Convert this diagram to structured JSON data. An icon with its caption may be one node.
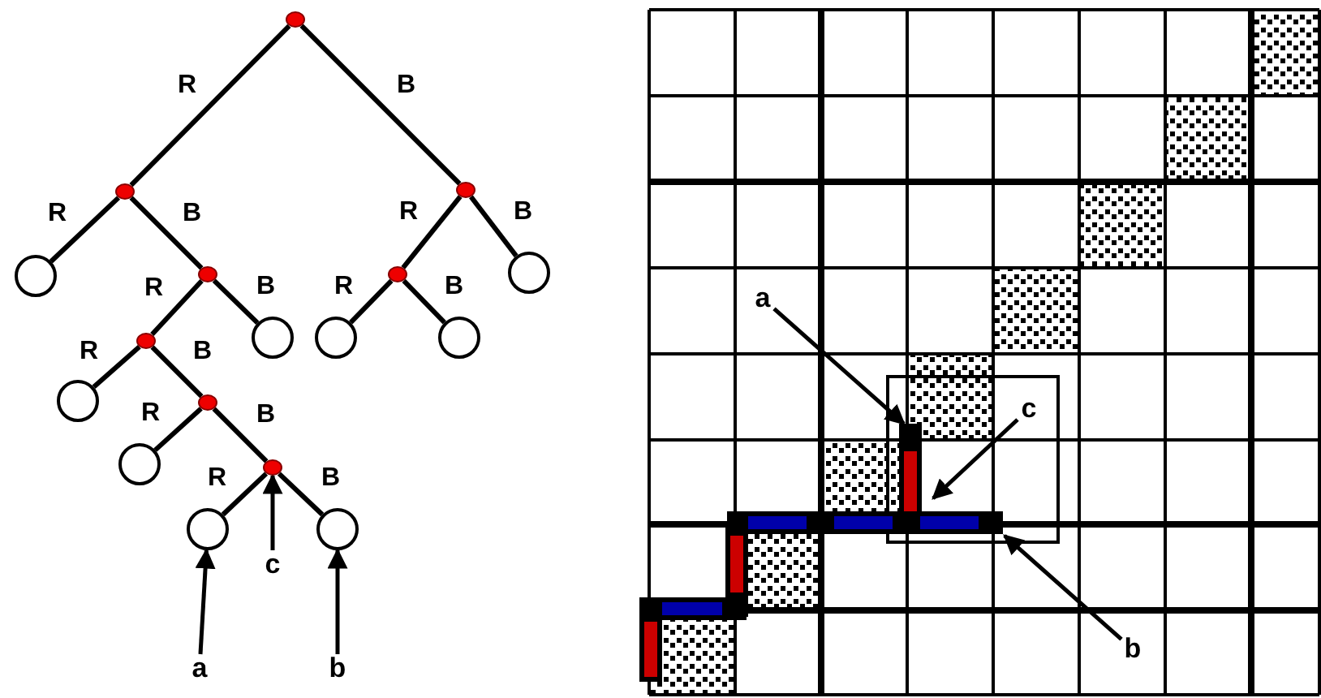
{
  "diagram": {
    "nodes": [
      {
        "text": [],
        "shape": "circle"
      },
      {
        "text": [],
        "shape": "circle"
      },
      {
        "text": [],
        "shape": "circle"
      },
      {
        "text": [],
        "shape": "circle"
      },
      {
        "text": [],
        "shape": "circle"
      },
      {
        "text": [],
        "shape": "circle"
      },
      {
        "text": [],
        "shape": "circle"
      },
      {
        "text": [],
        "shape": "circle"
      },
      {
        "text": [],
        "shape": "circle"
      },
      {
        "text": [],
        "shape": "circle"
      },
      {
        "text": [],
        "shape": "circle"
      },
      {
        "text": [],
        "shape": "circle"
      },
      {
        "text": [],
        "shape": "circle"
      },
      {
        "text": [],
        "shape": "circle"
      },
      {
        "text": [],
        "shape": "circle"
      },
      {
        "text": [],
        "shape": "circle"
      },
      {
        "text": [],
        "shape": "circle"
      },
      {
        "text": [
          "a"
        ]
      },
      {
        "text": [
          "c"
        ]
      },
      {
        "text": [
          "b"
        ]
      },
      {
        "text": [
          "a"
        ]
      },
      {
        "text": [
          "c"
        ]
      },
      {
        "text": [
          "b"
        ]
      }
    ],
    "edges": [
      {
        "from": 0,
        "to": 1,
        "arrow": "none",
        "label": "R"
      },
      {
        "from": 0,
        "to": 12,
        "arrow": "none",
        "label": "B"
      },
      {
        "from": 1,
        "to": 2,
        "arrow": "none",
        "label": "R"
      },
      {
        "from": 1,
        "to": 3,
        "arrow": "none",
        "label": "B"
      },
      {
        "from": 3,
        "to": 4,
        "arrow": "none",
        "label": "R"
      },
      {
        "from": 3,
        "to": 11,
        "arrow": "none",
        "label": "B"
      },
      {
        "from": 4,
        "to": 5,
        "arrow": "none",
        "label": "R"
      },
      {
        "from": 4,
        "to": 6,
        "arrow": "none",
        "label": "B"
      },
      {
        "from": 6,
        "to": 7,
        "arrow": "none",
        "label": "R"
      },
      {
        "from": 6,
        "to": 8,
        "arrow": "none",
        "label": "B"
      },
      {
        "from": 8,
        "to": 9,
        "arrow": "none",
        "label": "R"
      },
      {
        "from": 8,
        "to": 10,
        "arrow": "none",
        "label": "B"
      },
      {
        "from": 12,
        "to": 13,
        "arrow": "none",
        "label": "R"
      },
      {
        "from": 12,
        "to": 16,
        "arrow": "none",
        "label": "B"
      },
      {
        "from": 13,
        "to": 14,
        "arrow": "none",
        "label": "R"
      },
      {
        "from": 13,
        "to": 15,
        "arrow": "none",
        "label": "B"
      },
      {
        "from": 17,
        "to": 9,
        "arrow": "to"
      },
      {
        "from": 18,
        "to": 8,
        "arrow": "to"
      },
      {
        "from": 19,
        "to": 10,
        "arrow": "to"
      },
      {
        "from": 20,
        "to": null,
        "arrow": "to"
      },
      {
        "from": 21,
        "to": null,
        "arrow": "to"
      },
      {
        "from": 22,
        "to": null,
        "arrow": "to"
      }
    ]
  }
}
